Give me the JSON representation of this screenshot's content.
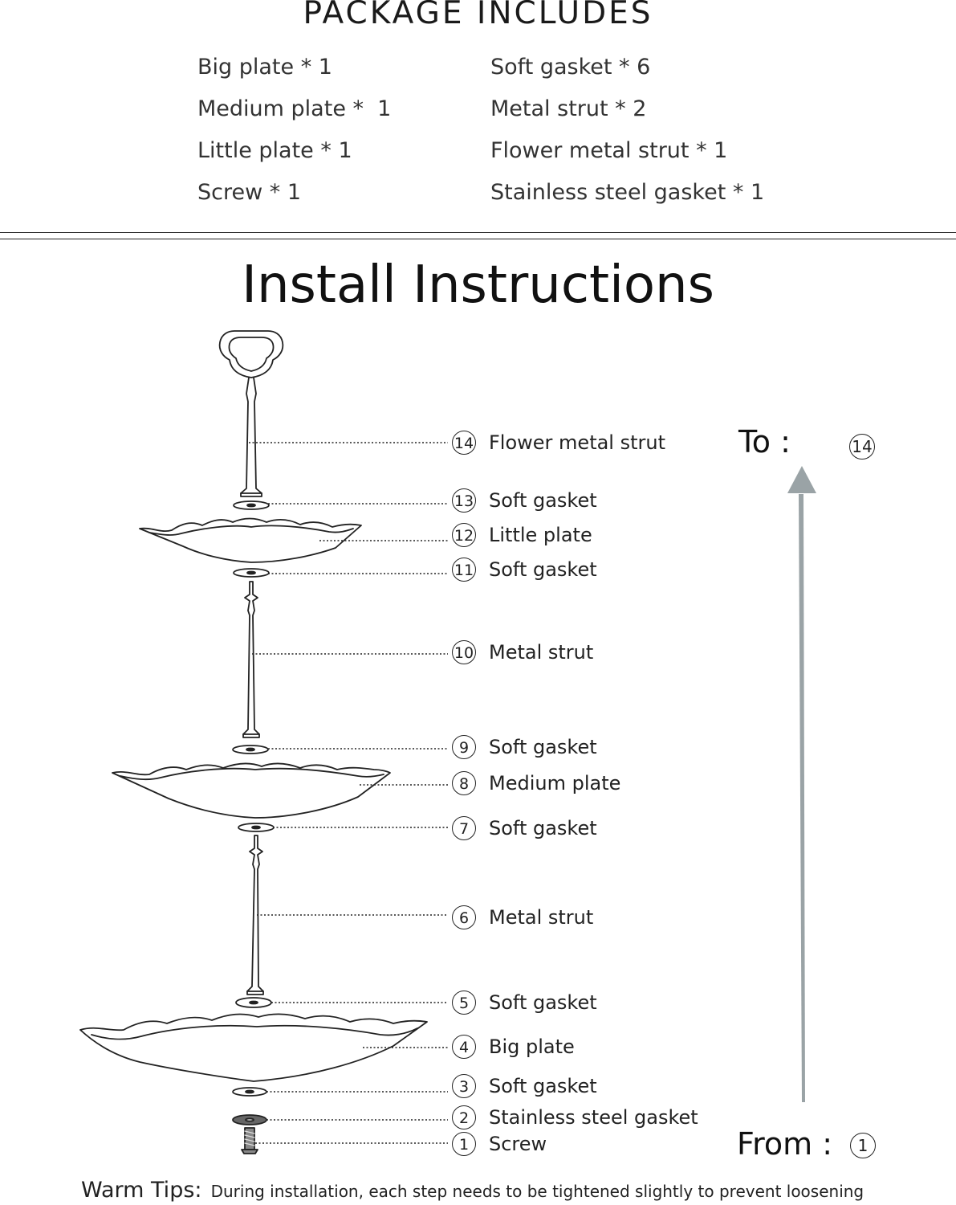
{
  "package": {
    "title": "PACKAGE  INCLUDES",
    "left_items": [
      "Big plate * 1",
      "Medium plate *  1",
      "Little plate * 1",
      "Screw * 1"
    ],
    "right_items": [
      "Soft gasket * 6",
      "Metal strut * 2",
      "Flower metal strut * 1",
      "Stainless steel gasket * 1"
    ]
  },
  "install": {
    "title": "Install Instructions",
    "steps": [
      {
        "num": "14",
        "label": "Flower metal strut"
      },
      {
        "num": "13",
        "label": "Soft gasket"
      },
      {
        "num": "12",
        "label": "Little plate"
      },
      {
        "num": "11",
        "label": "Soft gasket"
      },
      {
        "num": "10",
        "label": "Metal strut"
      },
      {
        "num": "9",
        "label": "Soft gasket"
      },
      {
        "num": "8",
        "label": "Medium plate"
      },
      {
        "num": "7",
        "label": "Soft gasket"
      },
      {
        "num": "6",
        "label": "Metal strut"
      },
      {
        "num": "5",
        "label": "Soft gasket"
      },
      {
        "num": "4",
        "label": "Big plate"
      },
      {
        "num": "3",
        "label": "Soft gasket"
      },
      {
        "num": "2",
        "label": "Stainless steel gasket"
      },
      {
        "num": "1",
        "label": "Screw"
      }
    ],
    "to_label": "To :",
    "to_num": "14",
    "from_label": "From :",
    "from_num": "1"
  },
  "warm_tips": {
    "label": "Warm Tips:",
    "text": "During installation, each step needs to be tightened slightly to prevent loosening"
  },
  "colors": {
    "ink": "#222222",
    "arrow": "#9aa3a6"
  }
}
